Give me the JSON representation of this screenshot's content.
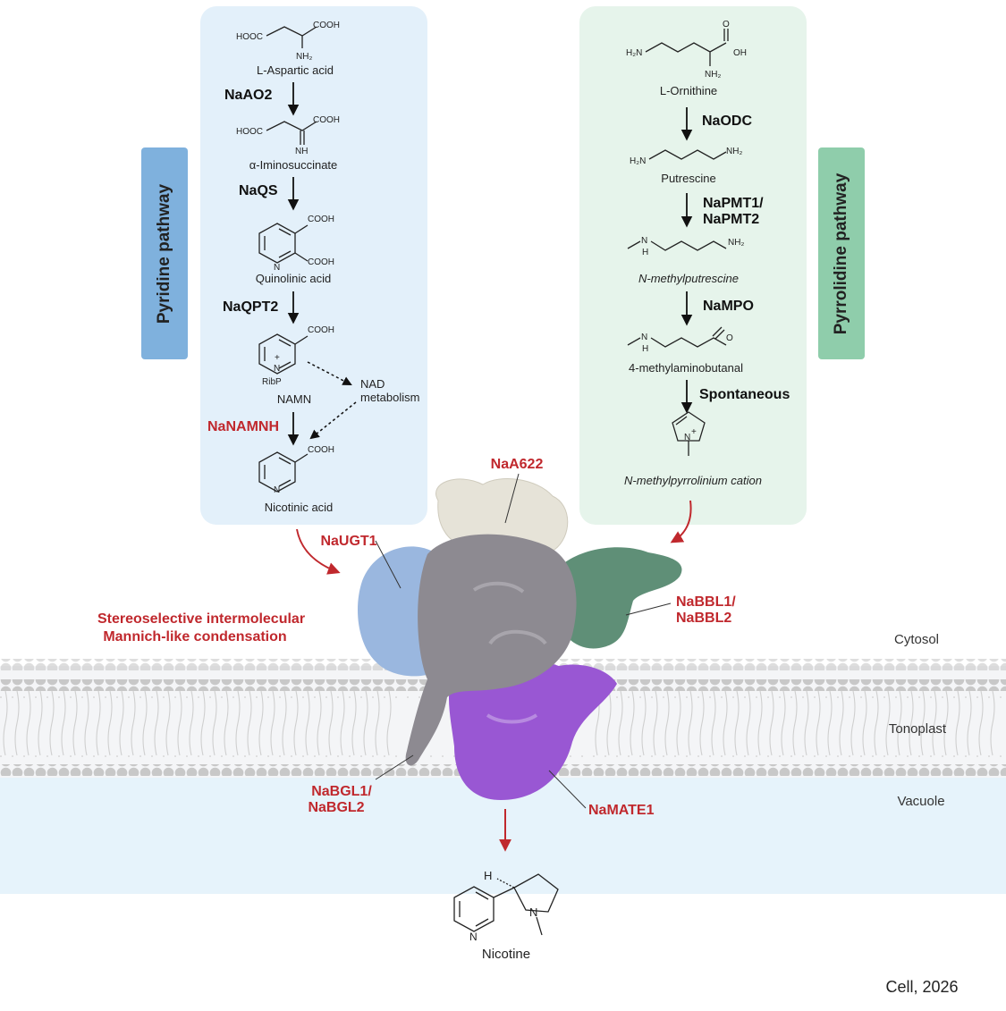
{
  "pyridine": {
    "pathway_label": "Pyridine pathway",
    "compounds": [
      "L-Aspartic acid",
      "α-Iminosuccinate",
      "Quinolinic acid",
      "NAMN",
      "Nicotinic acid"
    ],
    "enzymes": [
      "NaAO2",
      "NaQS",
      "NaQPT2",
      "NaNAMNH"
    ],
    "side_product": [
      "NAD",
      "metabolism"
    ],
    "groups": {
      "cooh": "COOH",
      "hooc": "HOOC",
      "nh2": "NH₂",
      "nh": "NH",
      "n": "N",
      "nplus": "N",
      "plus": "+",
      "ribp": "RibP"
    }
  },
  "pyrrolidine": {
    "pathway_label": "Pyrrolidine pathway",
    "compounds": [
      "L-Ornithine",
      "Putrescine",
      "N-methylputrescine",
      "4-methylaminobutanal",
      "N-methylpyrrolinium cation"
    ],
    "enzymes": [
      "NaODC",
      "NaPMT1/",
      "NaPMT2",
      "NaMPO",
      "Spontaneous"
    ],
    "groups": {
      "oh": "OH",
      "o": "O",
      "h2n": "H₂N",
      "nh2": "NH₂",
      "nh": "N",
      "h": "H",
      "nplus": "N",
      "plus": "+"
    }
  },
  "proteins": {
    "labels": [
      "NaA622",
      "NaUGT1",
      "NaBBL1/",
      "NaBBL2",
      "NaBGL1/",
      "NaBGL2",
      "NaMATE1"
    ],
    "condensation": [
      "Stereoselective intermolecular",
      "Mannich-like condensation"
    ]
  },
  "membrane": {
    "cytosol": "Cytosol",
    "tonoplast": "Tonoplast",
    "vacuole": "Vacuole"
  },
  "product": {
    "name": "Nicotine",
    "h": "H",
    "n1": "N",
    "n2": "N"
  },
  "citation": "Cell, 2026",
  "colors": {
    "pyridine_box": "#e3f0fa",
    "pyridine_tag": "#7fb1dd",
    "pyrrolidine_box": "#e6f4eb",
    "pyrrolidine_tag": "#8fcdab",
    "accent_red": "#c0282d"
  }
}
